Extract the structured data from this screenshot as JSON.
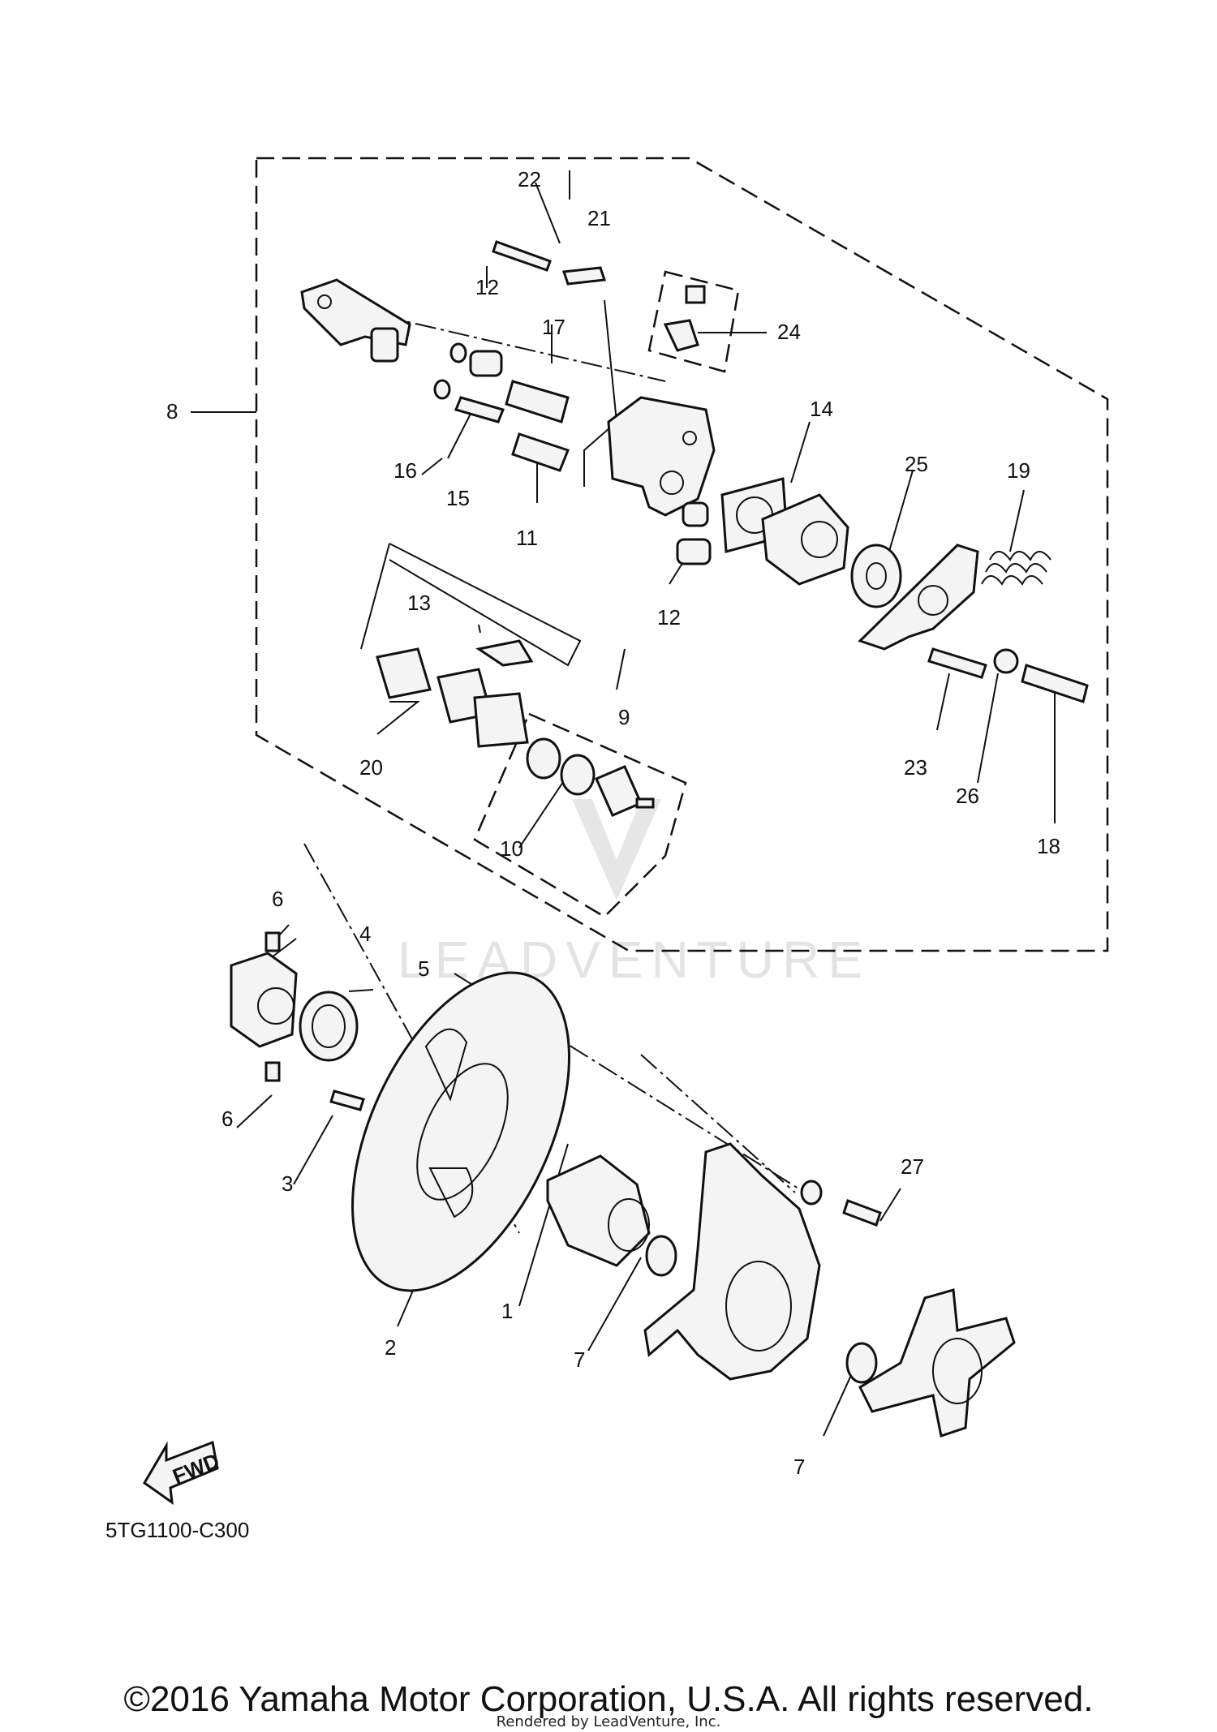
{
  "diagram_code": "5TG1100-C300",
  "fwd_label": "FWD",
  "watermark": "LEADVENTURE",
  "copyright": "©2016 Yamaha Motor Corporation, U.S.A. All rights reserved.",
  "rendered_by": "Rendered by LeadVenture, Inc.",
  "callouts": [
    "22",
    "21",
    "12",
    "17",
    "24",
    "8",
    "14",
    "25",
    "19",
    "16",
    "15",
    "11",
    "12",
    "13",
    "9",
    "23",
    "26",
    "18",
    "20",
    "10",
    "6",
    "4",
    "5",
    "6",
    "3",
    "27",
    "1",
    "2",
    "7",
    "7"
  ]
}
